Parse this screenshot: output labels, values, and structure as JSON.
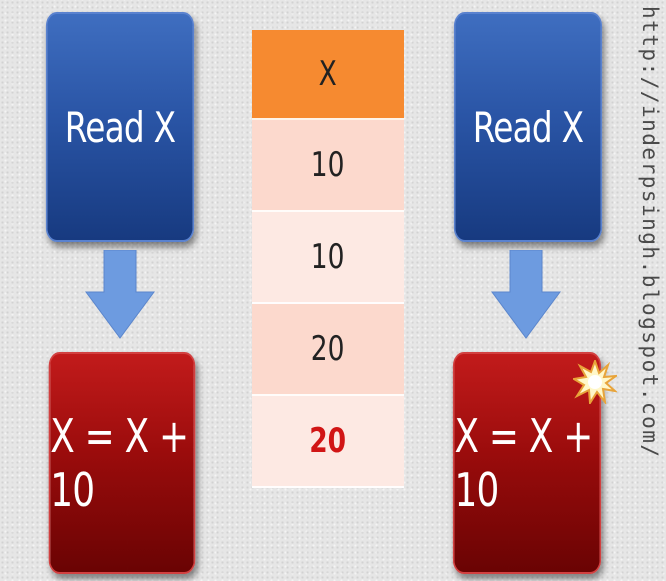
{
  "left_flow": {
    "read_label": "Read X",
    "calc_label": "X = X + 10"
  },
  "right_flow": {
    "read_label": "Read X",
    "calc_label": "X = X + 10",
    "conflict_marker": "starburst-icon"
  },
  "table": {
    "header": "X",
    "rows": [
      "10",
      "10",
      "20",
      "20"
    ],
    "highlight_color": "#d11515"
  },
  "watermark": "http://inderpsingh.blogspot.com/",
  "colors": {
    "blue_box": "#2a55a6",
    "red_box": "#9b0c0c",
    "arrow": "#6d9be0",
    "header_cell": "#f68a30",
    "row_cell": "#fcd9cd"
  }
}
